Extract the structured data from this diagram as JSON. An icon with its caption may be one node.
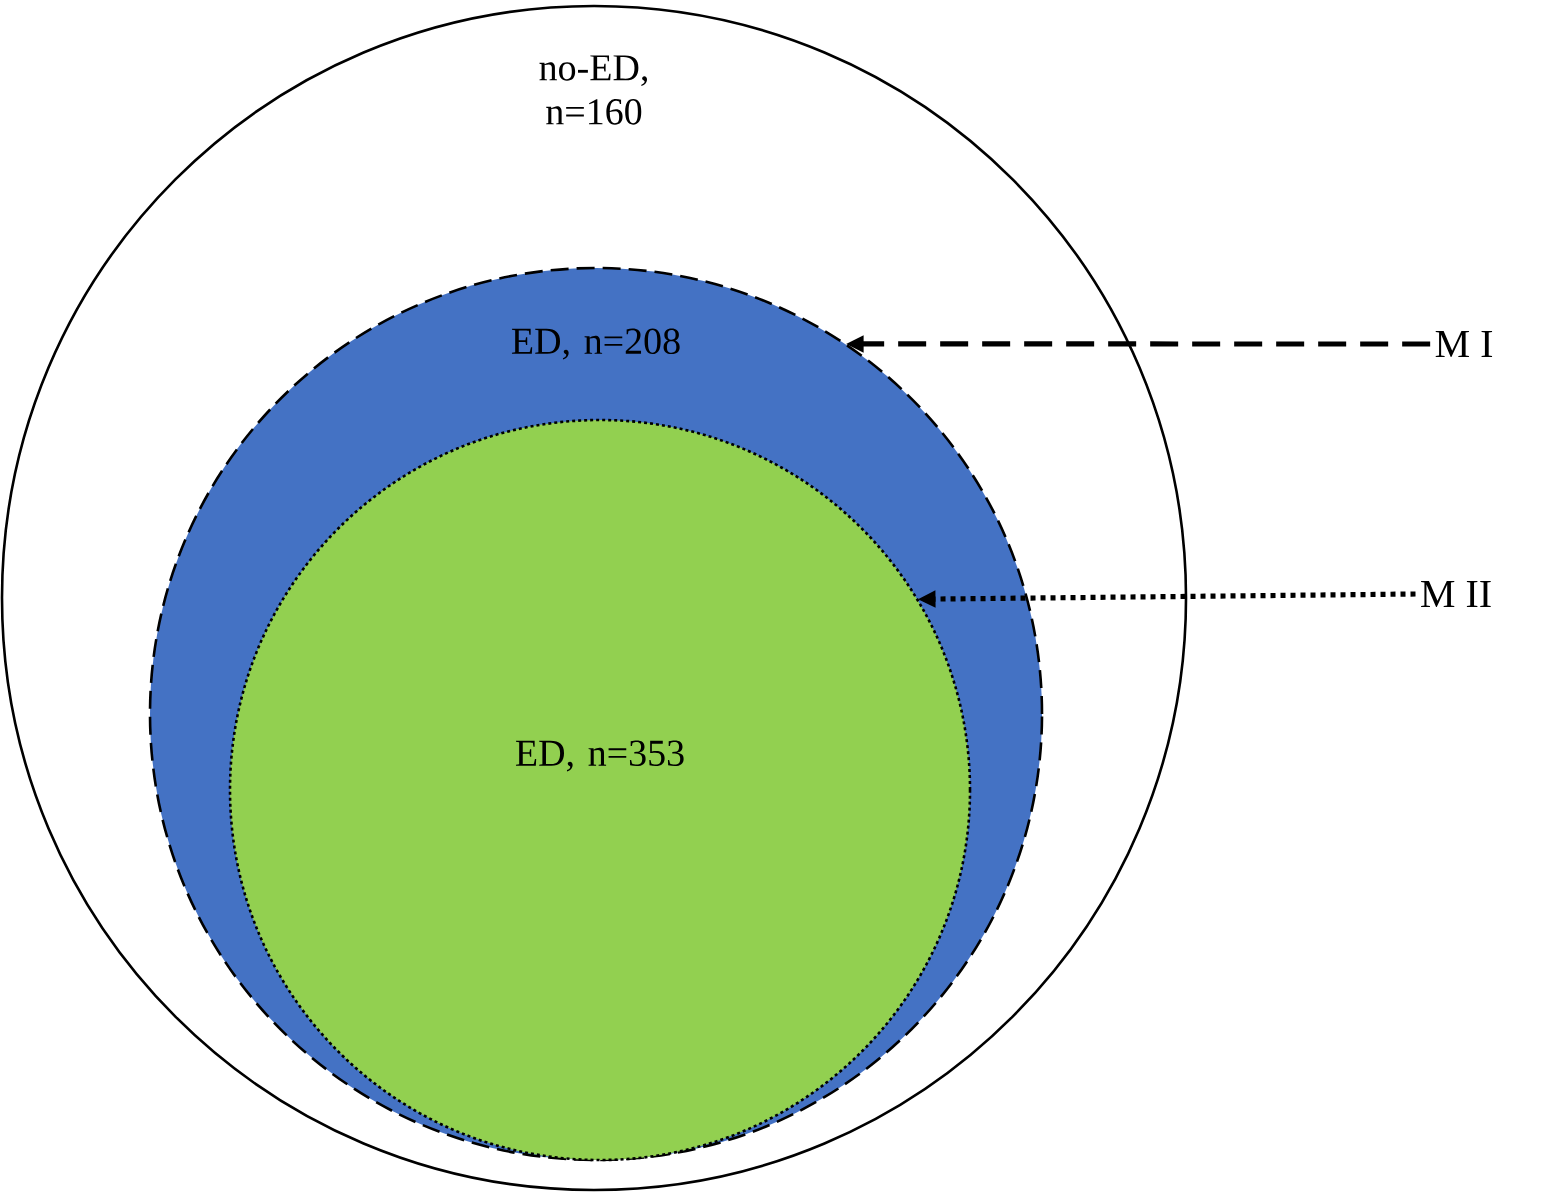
{
  "diagram": {
    "nodes": [
      {
        "text": [
          "no-ED, n=160"
        ]
      },
      {
        "text": [
          "ED, n=208"
        ],
        "in": 0
      },
      {
        "text": [
          "ED, n=353"
        ],
        "in": 1
      },
      {
        "text": [
          "M I"
        ]
      },
      {
        "text": [
          "M II"
        ]
      }
    ],
    "edges": [
      {
        "from": 3,
        "to": 1,
        "arrow": "to",
        "style": "dashed"
      },
      {
        "from": 4,
        "to": 2,
        "arrow": "to"
      }
    ]
  }
}
